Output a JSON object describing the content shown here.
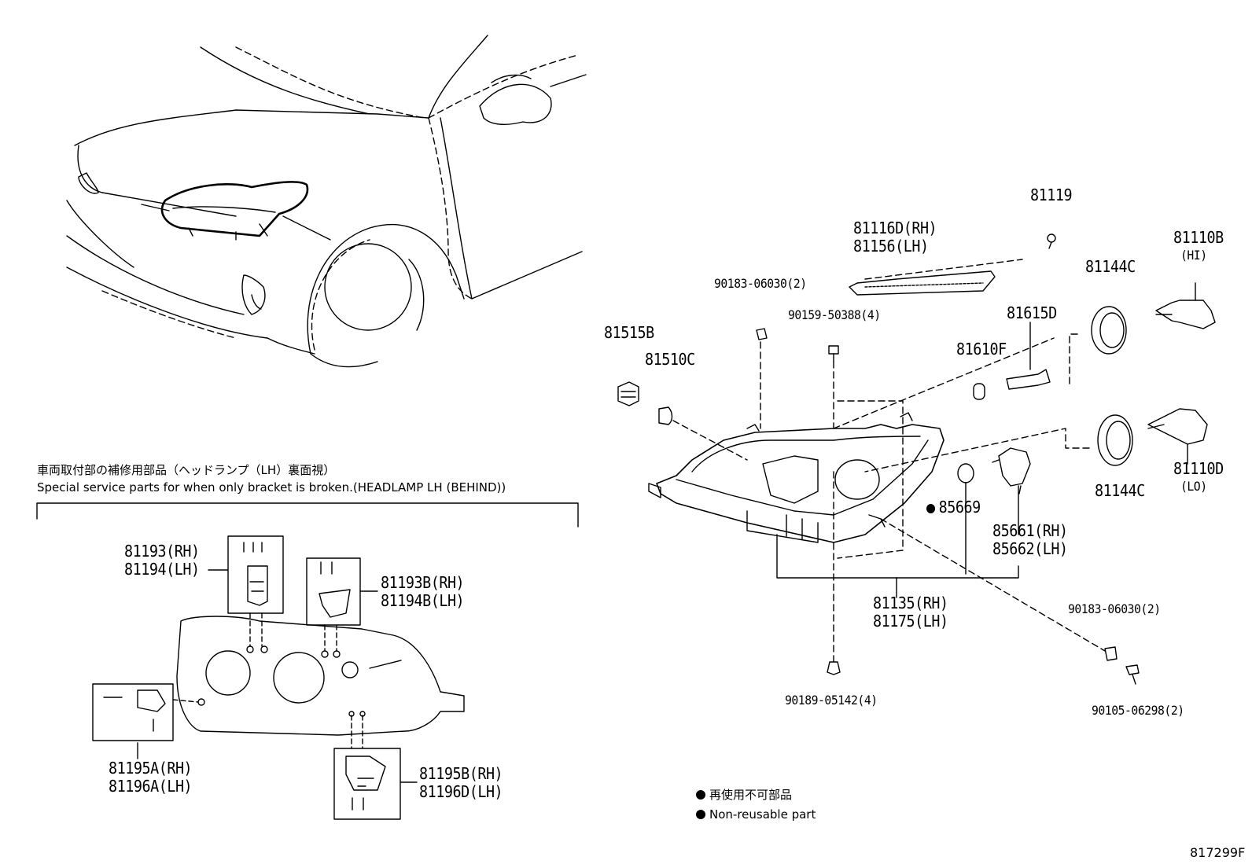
{
  "special_note": {
    "japanese": "車両取付部の補修用部品（ヘッドランプ（LH）裏面視）",
    "english": "Special service parts for when only bracket is broken.(HEADLAMP LH (BEHIND))"
  },
  "legend": {
    "japanese": "再使用不可部品",
    "english": "Non-reusable part"
  },
  "diagram_id": "817299F",
  "parts": {
    "p81119": "81119",
    "p81116_rh": "81116D(RH)",
    "p81116_lh": "81156(LH)",
    "p81110b": "81110B",
    "p81110b_sub": "(HI)",
    "p90183_top": "90183-06030(2)",
    "p81144c_top": "81144C",
    "p90159": "90159-50388(4)",
    "p81615d": "81615D",
    "p81515b": "81515B",
    "p81610f": "81610F",
    "p81510c": "81510C",
    "p81110d": "81110D",
    "p81110d_sub": "(LO)",
    "p81144c_bot": "81144C",
    "p85669": "85669",
    "p85661": "85661(RH)",
    "p85662": "85662(LH)",
    "p81135": "81135(RH)",
    "p81175": "81175(LH)",
    "p90183_bot": "90183-06030(2)",
    "p90189": "90189-05142(4)",
    "p90105": "90105-06298(2)",
    "p81193_rh": "81193(RH)",
    "p81194_lh": "81194(LH)",
    "p81193b_rh": "81193B(RH)",
    "p81194b_lh": "81194B(LH)",
    "p81195a_rh": "81195A(RH)",
    "p81196a_lh": "81196A(LH)",
    "p81195b_rh": "81195B(RH)",
    "p81196d_lh": "81196D(LH)"
  }
}
